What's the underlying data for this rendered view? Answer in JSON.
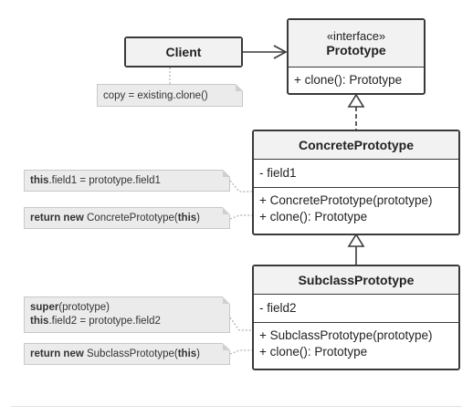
{
  "client": {
    "title": "Client"
  },
  "client_note": "copy = existing.clone()",
  "prototype": {
    "stereotype": "«interface»",
    "title": "Prototype",
    "methods": [
      "+ clone(): Prototype"
    ]
  },
  "concrete": {
    "title": "ConcretePrototype",
    "fields": [
      "- field1"
    ],
    "methods": [
      "+ ConcretePrototype(prototype)",
      "+ clone(): Prototype"
    ]
  },
  "concrete_notes": {
    "field1": {
      "kw": "this",
      "rest": ".field1 = prototype.field1"
    },
    "ret": {
      "kw1": "return new",
      "mid": " ConcretePrototype(",
      "kw2": "this",
      "end": ")"
    }
  },
  "subclass": {
    "title": "SubclassPrototype",
    "fields": [
      "- field2"
    ],
    "methods": [
      "+ SubclassPrototype(prototype)",
      "+ clone(): Prototype"
    ]
  },
  "subclass_notes": {
    "super": {
      "kw": "super",
      "rest": "(prototype)"
    },
    "field2": {
      "kw": "this",
      "rest": ".field2 = prototype.field2"
    },
    "ret": {
      "kw1": "return new",
      "mid": " SubclassPrototype(",
      "kw2": "this",
      "end": ")"
    }
  }
}
